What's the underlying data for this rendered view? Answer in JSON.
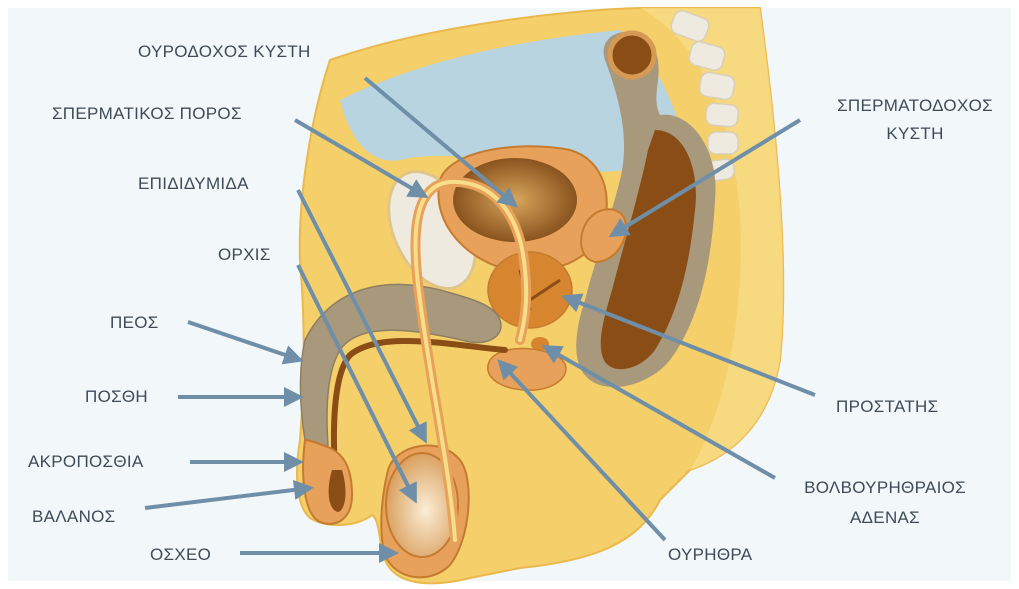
{
  "labels": {
    "urinary_bladder": "ΟΥΡΟΔΟΧΟΣ ΚΥΣΤΗ",
    "vas_deferens": "ΣΠΕΡΜΑΤΙΚΟΣ ΠΟΡΟΣ",
    "epididymis": "ΕΠΙΔΙΔΥΜΙΔΑ",
    "testis": "ΟΡΧΙΣ",
    "penis": "ΠΕΟΣ",
    "foreskin": "ΠΟΣΘΗ",
    "prepuce_tip": "ΑΚΡΟΠΟΣΘΙΑ",
    "glans": "ΒΑΛΑΝΟΣ",
    "scrotum": "ΟΣΧΕΟ",
    "urethra": "ΟΥΡΗΘΡΑ",
    "bulbourethral_line1": "ΒΟΛΒΟΥΡΗΘΡΑΙΟΣ",
    "bulbourethral_line2": "ΑΔΕΝΑΣ",
    "prostate": "ΠΡΟΣΤΑΤΗΣ",
    "seminal_vesicle_line1": "ΣΠΕΡΜΑΤΟΔΟΧΟΣ",
    "seminal_vesicle_line2": "ΚΥΣΤΗ"
  },
  "colors": {
    "background": "#f2f7fa",
    "skin": "#f4cf6a",
    "skin_light": "#f8dd8a",
    "abdomen": "#b8d4e0",
    "organ_orange": "#e8a15a",
    "organ_brown": "#8a4d16",
    "erectile_gray": "#a8987c",
    "arrow": "#6f8fa8",
    "text": "#3f4b57"
  }
}
